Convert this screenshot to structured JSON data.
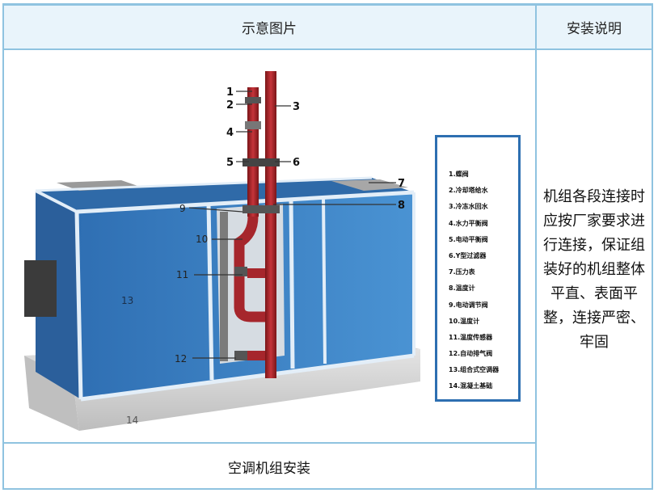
{
  "table": {
    "header_image": "示意图片",
    "header_instructions": "安装说明",
    "caption": "空调机组安装",
    "instructions": "机组各段连接时应按厂家要求进行连接，保证组装好的机组整体平直、表面平整，连接严密、牢固"
  },
  "legend": {
    "items": [
      {
        "label": "1.蝶阀"
      },
      {
        "label": "2.冷却塔给水"
      },
      {
        "label": "3.冷冻水回水"
      },
      {
        "label": "4.水力平衡阀"
      },
      {
        "label": "5.电动平衡阀"
      },
      {
        "label": "6.Y型过滤器"
      },
      {
        "label": "7.压力表"
      },
      {
        "label": "8.温度计"
      },
      {
        "label": "9.电动调节阀"
      },
      {
        "label": "10.温度计"
      },
      {
        "label": "11.温度传感器"
      },
      {
        "label": "12.自动排气阀"
      },
      {
        "label": "13.组合式空调器"
      },
      {
        "label": "14.混凝土基础"
      }
    ]
  },
  "callouts": [
    "1",
    "2",
    "3",
    "4",
    "5",
    "6",
    "7",
    "8",
    "9",
    "10",
    "11",
    "12",
    "13",
    "14"
  ],
  "colors": {
    "border": "#8fc3e0",
    "header_bg": "#e9f4fb",
    "unit_blue": "#3f86c9",
    "pipe_red": "#b8282f",
    "legend_border": "#2d6fb1"
  }
}
